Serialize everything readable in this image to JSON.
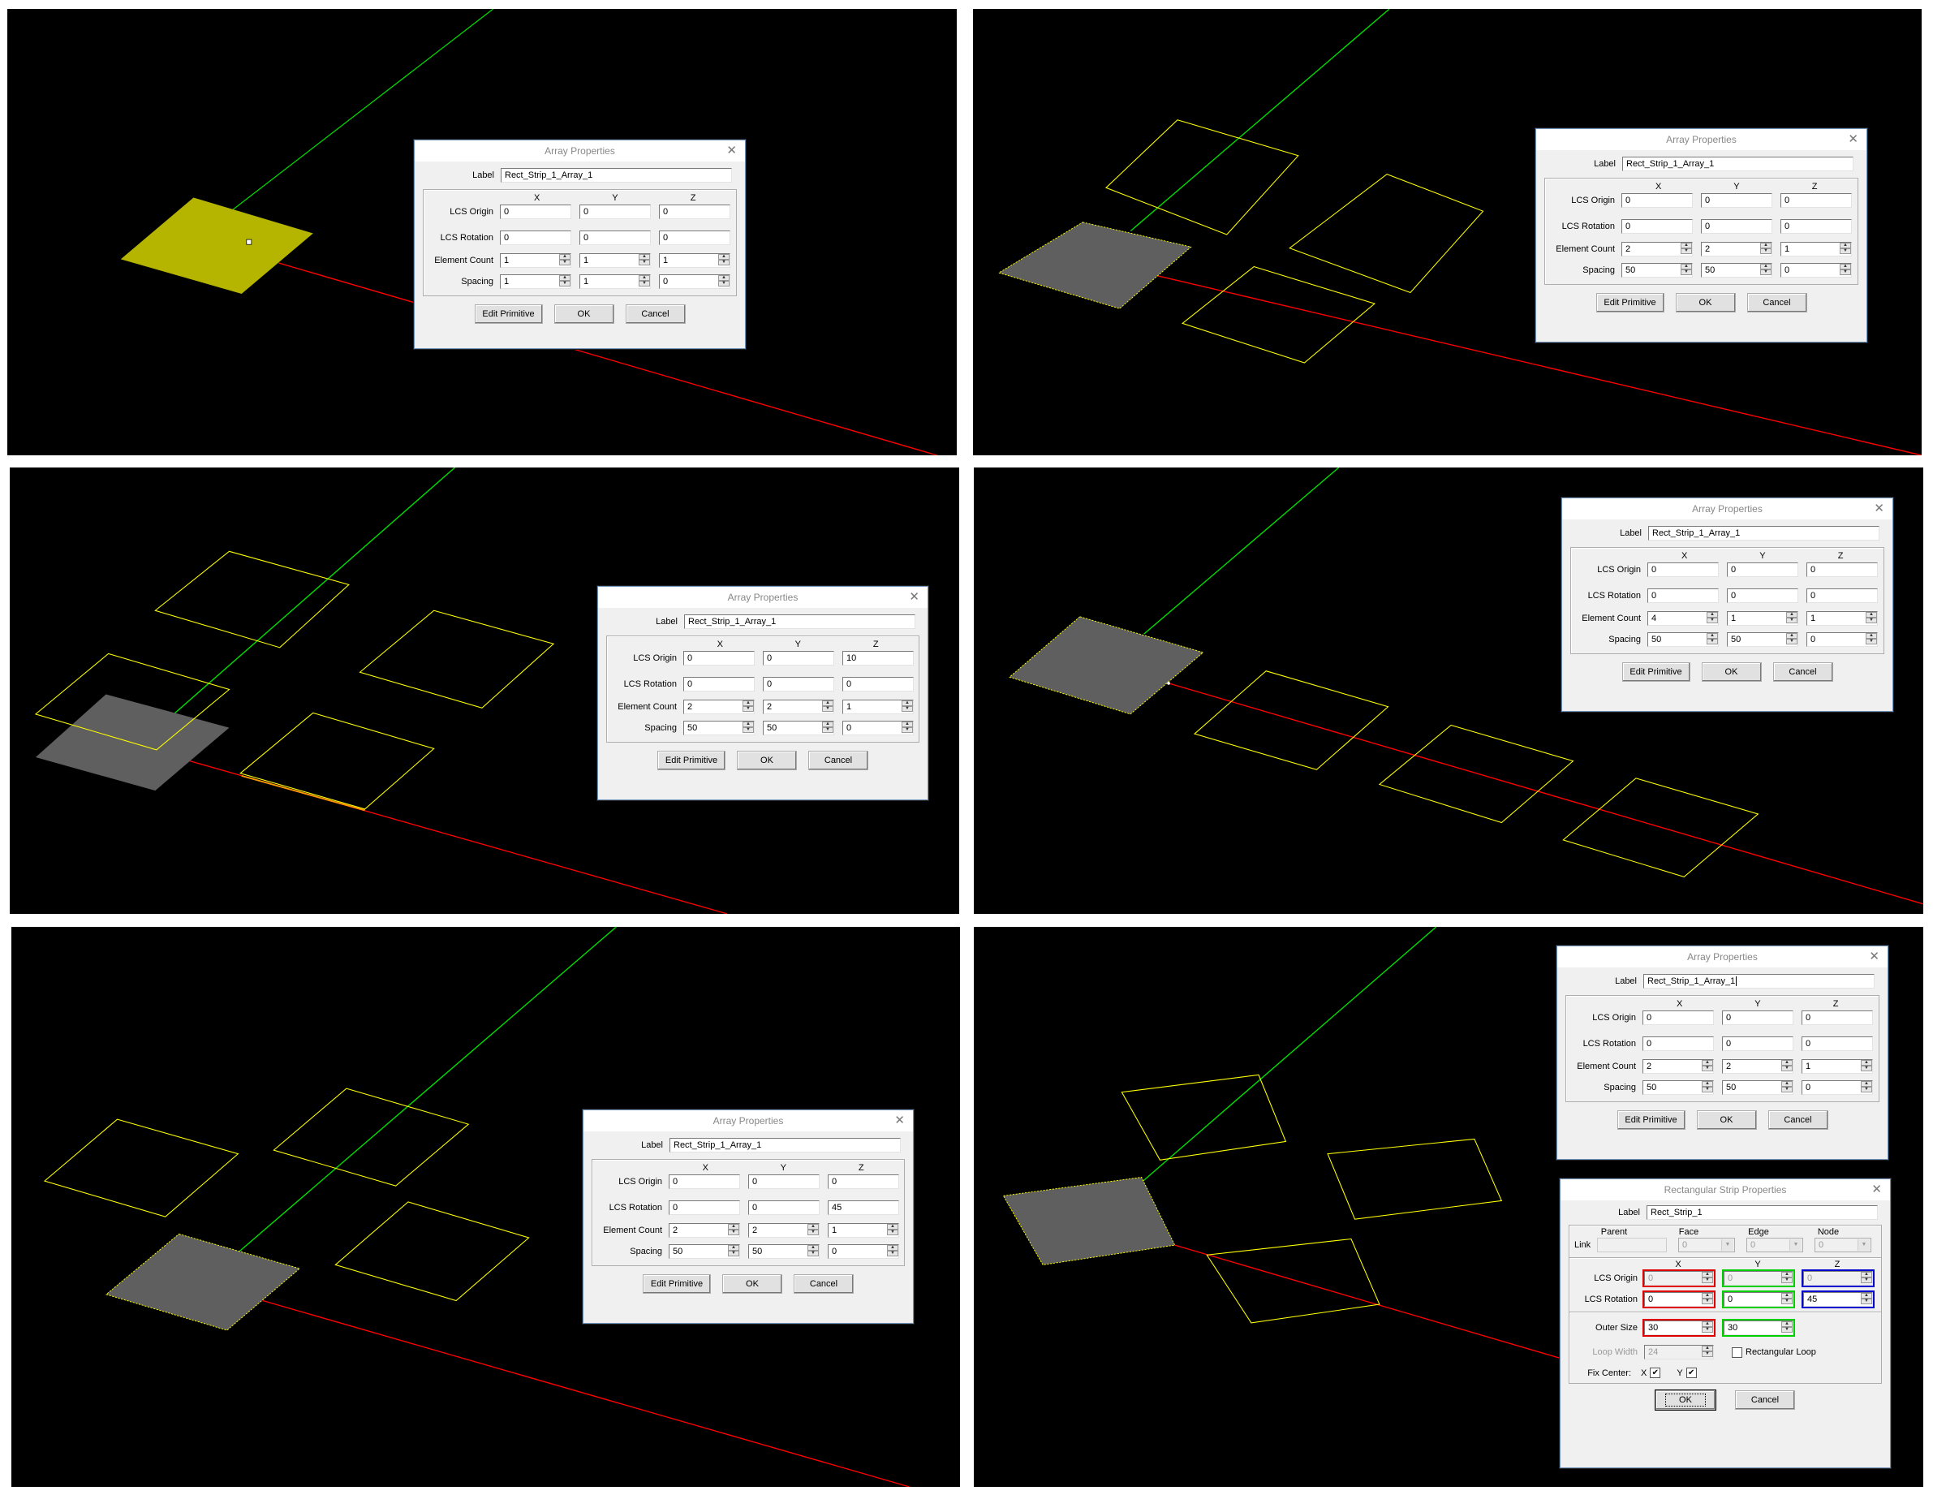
{
  "colors": {
    "background": "#000000",
    "x_axis": "#ff0000",
    "y_axis": "#00ff00",
    "outline": "#ffff00",
    "selected_fill": "#b5b500",
    "primitive_fill": "#5f5f5f"
  },
  "panels": [
    {
      "id": "panel-1",
      "dialog": {
        "title": "Array Properties",
        "label_caption": "Label",
        "label_value": "Rect_Strip_1_Array_1",
        "col_headers": [
          "X",
          "Y",
          "Z"
        ],
        "rows": [
          {
            "label": "LCS Origin",
            "values": [
              "0",
              "0",
              "0"
            ],
            "spinner": false
          },
          {
            "label": "LCS Rotation",
            "values": [
              "0",
              "0",
              "0"
            ],
            "spinner": false
          },
          {
            "label": "Element Count",
            "values": [
              "1",
              "1",
              "1"
            ],
            "spinner": true
          },
          {
            "label": "Spacing",
            "values": [
              "1",
              "1",
              "0"
            ],
            "spinner": true
          }
        ],
        "buttons": [
          "Edit Primitive",
          "OK",
          "Cancel"
        ]
      }
    },
    {
      "id": "panel-2",
      "dialog": {
        "title": "Array Properties",
        "label_caption": "Label",
        "label_value": "Rect_Strip_1_Array_1",
        "col_headers": [
          "X",
          "Y",
          "Z"
        ],
        "rows": [
          {
            "label": "LCS Origin",
            "values": [
              "0",
              "0",
              "0"
            ]
          },
          {
            "label": "LCS Rotation",
            "values": [
              "0",
              "0",
              "0"
            ]
          },
          {
            "label": "Element Count",
            "values": [
              "2",
              "2",
              "1"
            ]
          },
          {
            "label": "Spacing",
            "values": [
              "50",
              "50",
              "0"
            ]
          }
        ],
        "buttons": [
          "Edit Primitive",
          "OK",
          "Cancel"
        ]
      }
    },
    {
      "id": "panel-3",
      "dialog": {
        "title": "Array Properties",
        "label_caption": "Label",
        "label_value": "Rect_Strip_1_Array_1",
        "col_headers": [
          "X",
          "Y",
          "Z"
        ],
        "rows": [
          {
            "label": "LCS Origin",
            "values": [
              "0",
              "0",
              "10"
            ]
          },
          {
            "label": "LCS Rotation",
            "values": [
              "0",
              "0",
              "0"
            ]
          },
          {
            "label": "Element Count",
            "values": [
              "2",
              "2",
              "1"
            ]
          },
          {
            "label": "Spacing",
            "values": [
              "50",
              "50",
              "0"
            ]
          }
        ],
        "buttons": [
          "Edit Primitive",
          "OK",
          "Cancel"
        ]
      }
    },
    {
      "id": "panel-4",
      "dialog": {
        "title": "Array Properties",
        "label_caption": "Label",
        "label_value": "Rect_Strip_1_Array_1",
        "col_headers": [
          "X",
          "Y",
          "Z"
        ],
        "rows": [
          {
            "label": "LCS Origin",
            "values": [
              "0",
              "0",
              "0"
            ]
          },
          {
            "label": "LCS Rotation",
            "values": [
              "0",
              "0",
              "0"
            ]
          },
          {
            "label": "Element Count",
            "values": [
              "4",
              "1",
              "1"
            ]
          },
          {
            "label": "Spacing",
            "values": [
              "50",
              "50",
              "0"
            ]
          }
        ],
        "buttons": [
          "Edit Primitive",
          "OK",
          "Cancel"
        ]
      }
    },
    {
      "id": "panel-5",
      "dialog": {
        "title": "Array Properties",
        "label_caption": "Label",
        "label_value": "Rect_Strip_1_Array_1",
        "col_headers": [
          "X",
          "Y",
          "Z"
        ],
        "rows": [
          {
            "label": "LCS Origin",
            "values": [
              "0",
              "0",
              "0"
            ]
          },
          {
            "label": "LCS Rotation",
            "values": [
              "0",
              "0",
              "45"
            ]
          },
          {
            "label": "Element Count",
            "values": [
              "2",
              "2",
              "1"
            ]
          },
          {
            "label": "Spacing",
            "values": [
              "50",
              "50",
              "0"
            ]
          }
        ],
        "buttons": [
          "Edit Primitive",
          "OK",
          "Cancel"
        ]
      }
    },
    {
      "id": "panel-6",
      "dialog": {
        "title": "Array Properties",
        "label_caption": "Label",
        "label_value": "Rect_Strip_1_Array_1",
        "col_headers": [
          "X",
          "Y",
          "Z"
        ],
        "rows": [
          {
            "label": "LCS Origin",
            "values": [
              "0",
              "0",
              "0"
            ]
          },
          {
            "label": "LCS Rotation",
            "values": [
              "0",
              "0",
              "0"
            ]
          },
          {
            "label": "Element Count",
            "values": [
              "2",
              "2",
              "1"
            ]
          },
          {
            "label": "Spacing",
            "values": [
              "50",
              "50",
              "0"
            ]
          }
        ],
        "buttons": [
          "Edit Primitive",
          "OK",
          "Cancel"
        ]
      },
      "strip_dialog": {
        "title": "Rectangular Strip Properties",
        "label_caption": "Label",
        "label_value": "Rect_Strip_1",
        "link_headers": [
          "Parent",
          "Face",
          "Edge",
          "Node"
        ],
        "link_caption": "Link",
        "link_values": [
          "",
          "0",
          "0",
          "0"
        ],
        "col_headers": [
          "X",
          "Y",
          "Z"
        ],
        "lcs_origin_label": "LCS Origin",
        "lcs_origin": [
          "0",
          "0",
          "0"
        ],
        "lcs_rotation_label": "LCS Rotation",
        "lcs_rotation": [
          "0",
          "0",
          "45"
        ],
        "outer_size_label": "Outer Size",
        "outer_size": [
          "30",
          "30"
        ],
        "loop_width_label": "Loop Width",
        "loop_width": "24",
        "rect_loop_label": "Rectangular Loop",
        "rect_loop_checked": false,
        "fix_center_label": "Fix Center:",
        "fix_center_x_label": "X",
        "fix_center_y_label": "Y",
        "fix_center_x": true,
        "fix_center_y": true,
        "buttons": [
          "OK",
          "Cancel"
        ]
      }
    }
  ]
}
